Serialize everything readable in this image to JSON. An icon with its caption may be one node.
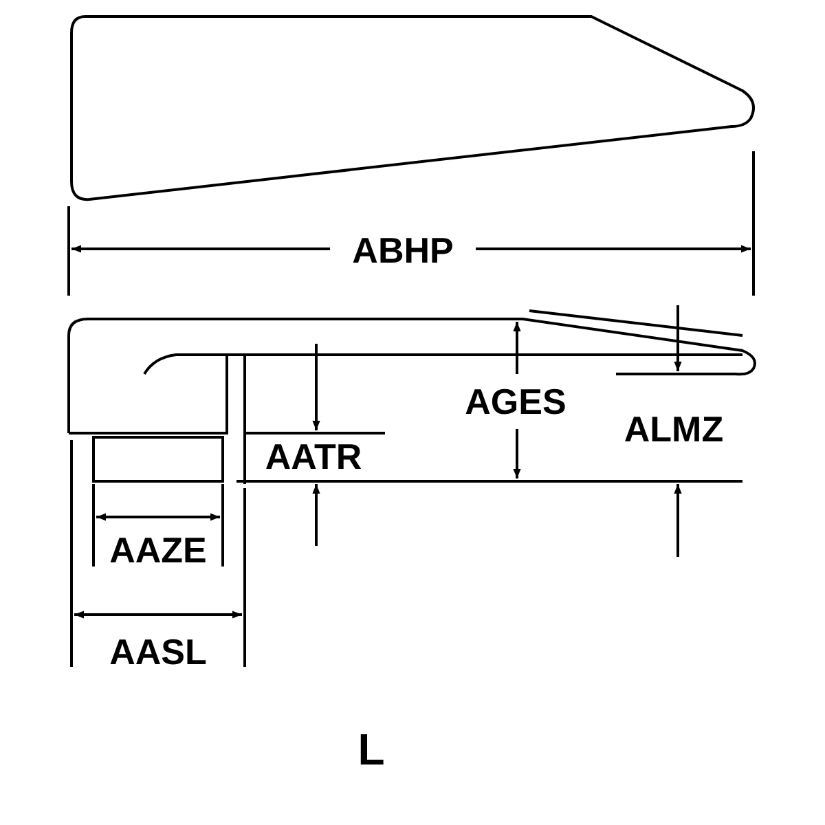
{
  "diagram": {
    "labels": [
      "ABHP",
      "AGES",
      "ALMZ",
      "AATR",
      "AAZE",
      "AASL",
      "L"
    ]
  }
}
